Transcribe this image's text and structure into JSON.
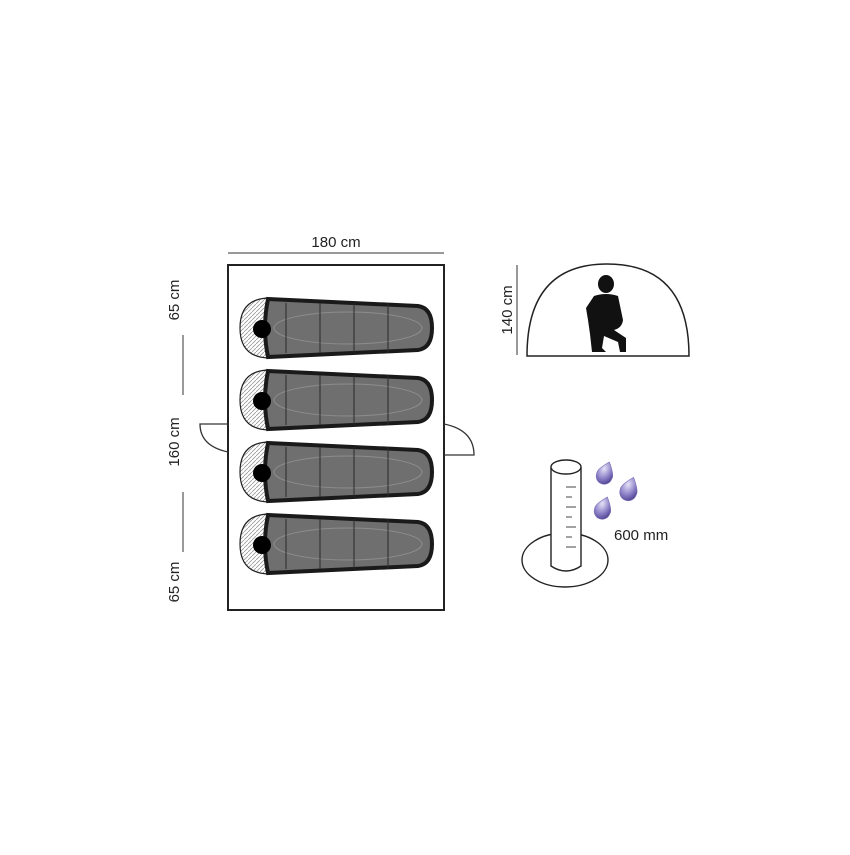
{
  "floor_plan": {
    "width_label": "180 cm",
    "side_top_label": "65 cm",
    "middle_label": "160 cm",
    "side_bottom_label": "65 cm",
    "sleeping_bag_count": 4
  },
  "height_view": {
    "height_label": "140 cm"
  },
  "waterproof": {
    "rating_label": "600 mm",
    "droplet_color": "#7b6fb8"
  },
  "colors": {
    "line": "#222222",
    "bag_fill": "#6f6f6f",
    "bag_dark": "#1a1a1a"
  }
}
